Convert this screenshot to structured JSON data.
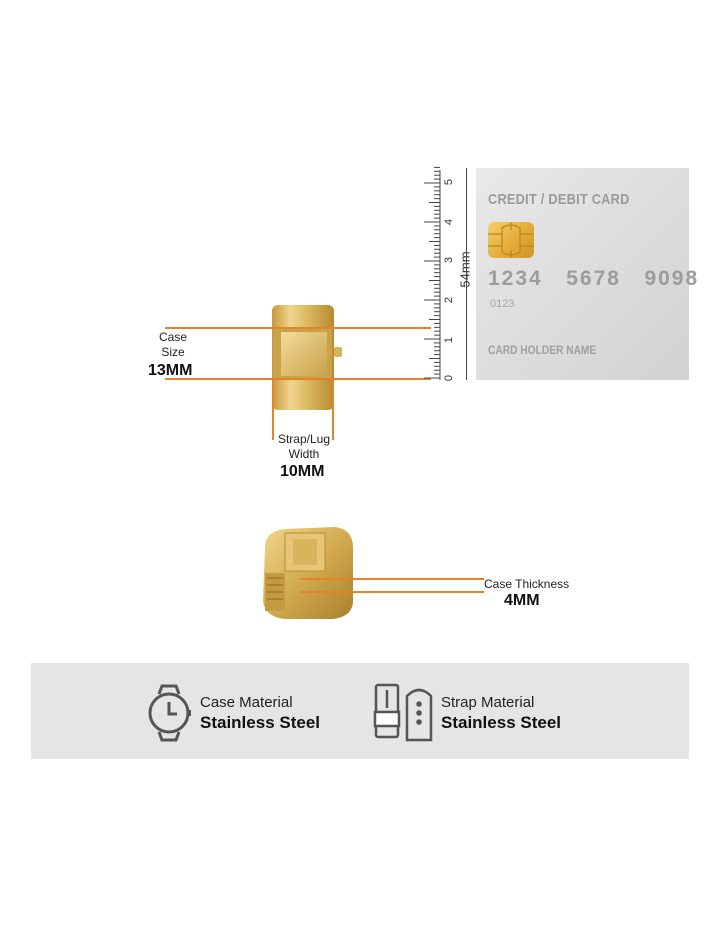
{
  "case_size": {
    "label_line1": "Case",
    "label_line2": "Size",
    "value": "13MM"
  },
  "strap_width": {
    "label_line1": "Strap/Lug",
    "label_line2": "Width",
    "value": "10MM"
  },
  "case_thickness": {
    "label": "Case Thickness",
    "value": "4MM"
  },
  "ruler": {
    "unit_label": "54mm",
    "ticks": [
      "0",
      "1",
      "2",
      "3",
      "4",
      "5"
    ]
  },
  "card": {
    "title": "CREDIT / DEBIT CARD",
    "number": "1234   5678   9098",
    "sub_number": "0123",
    "holder": "CARD HOLDER NAME"
  },
  "materials": {
    "case": {
      "label": "Case Material",
      "value": "Stainless Steel",
      "icon": "watch-icon"
    },
    "strap": {
      "label": "Strap Material",
      "value": "Stainless Steel",
      "icon": "strap-icon"
    }
  },
  "colors": {
    "accent": "#e8822a",
    "gold": "#d9b65c",
    "bar": "#e5e5e5"
  }
}
